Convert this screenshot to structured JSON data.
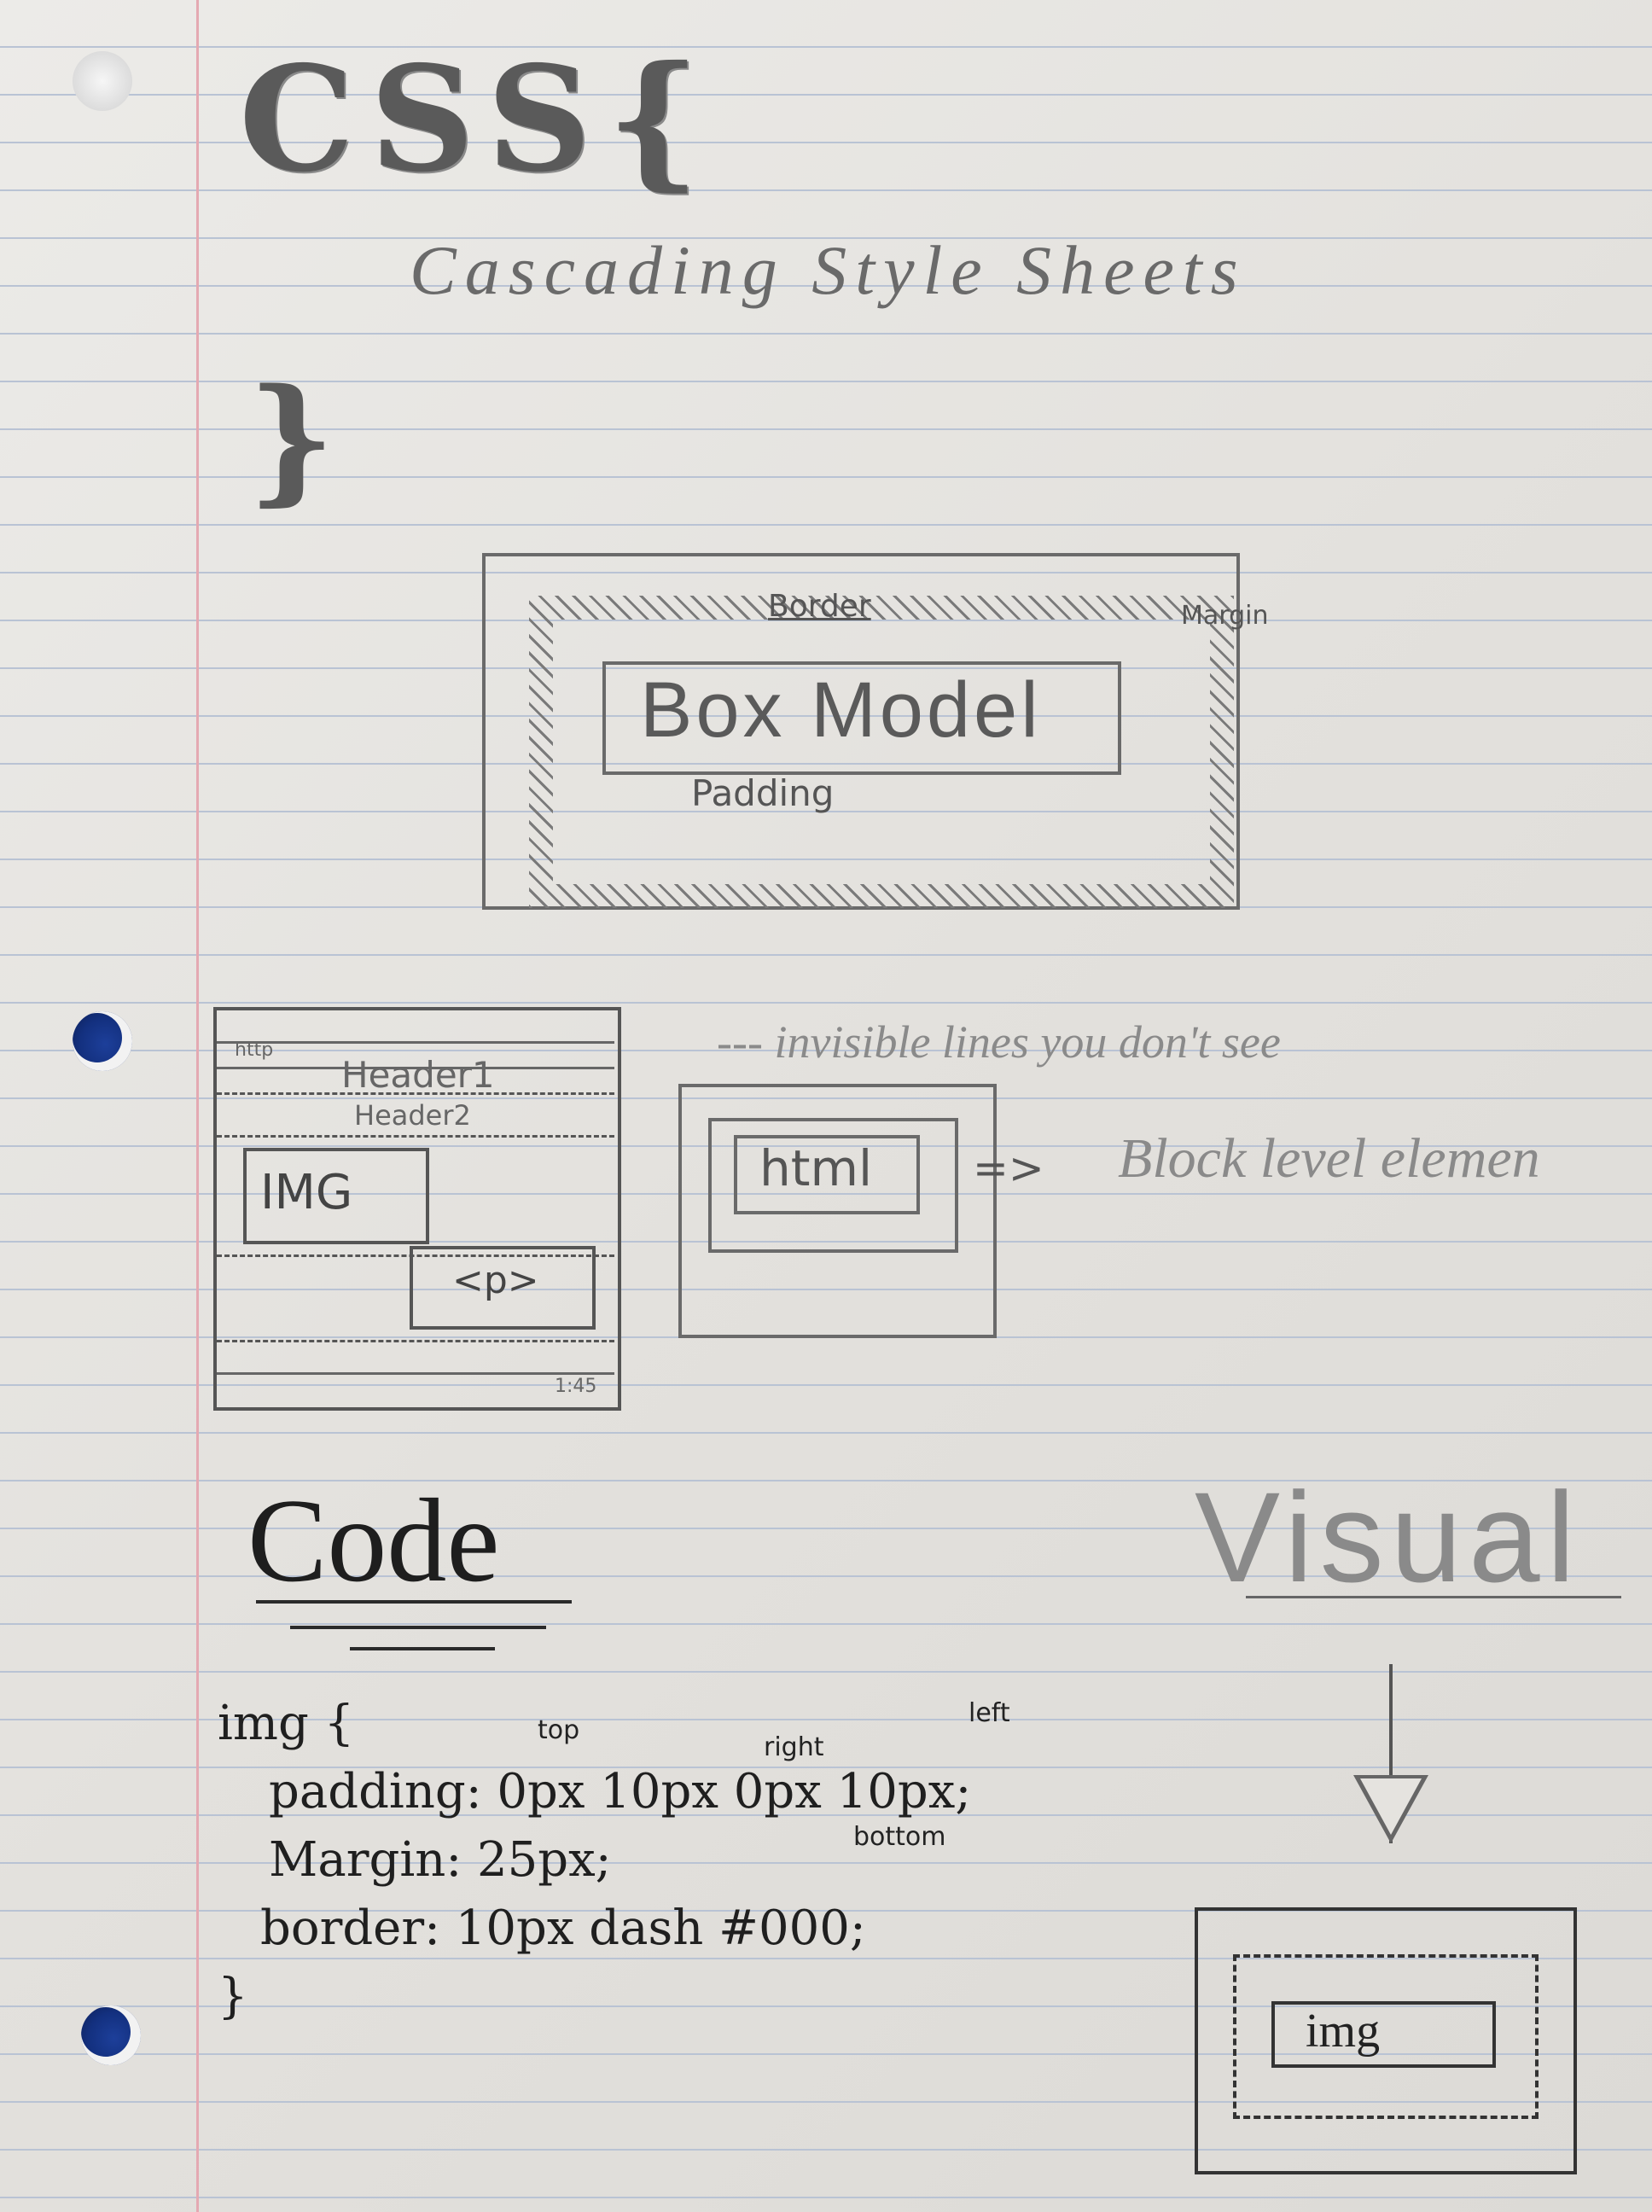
{
  "title": {
    "heading": "CSS{",
    "subtitle": "Cascading Style Sheets",
    "close_brace": "}"
  },
  "box_model": {
    "label": "Box Model",
    "border_label": "Border",
    "padding_label": "Padding",
    "margin_label": "Margin"
  },
  "browser_sketch": {
    "header1": "Header1",
    "header2": "Header2",
    "img": "IMG",
    "p": "<p>",
    "url": "http",
    "clock": "1:45"
  },
  "block_level": {
    "note": "--- invisible lines you don't see",
    "html_label": "html",
    "arrow": "=>",
    "result": "Block level elemen"
  },
  "code_section": {
    "title": "Code",
    "lines": [
      "img {",
      "padding: 0px 10px 0px 10px;",
      "Margin: 25px;",
      "border: 10px dash #000;",
      "}"
    ],
    "annotations": {
      "top": "top",
      "right": "right",
      "bottom": "bottom",
      "left": "left"
    }
  },
  "visual_section": {
    "title": "Visual",
    "img_label": "img"
  },
  "colors": {
    "pencil": "#5a5a5a",
    "pen": "#1f1f1f",
    "paper": "#e6e4e0",
    "rule_line": "#b9c3d4",
    "margin_line": "#e4a9b2"
  }
}
